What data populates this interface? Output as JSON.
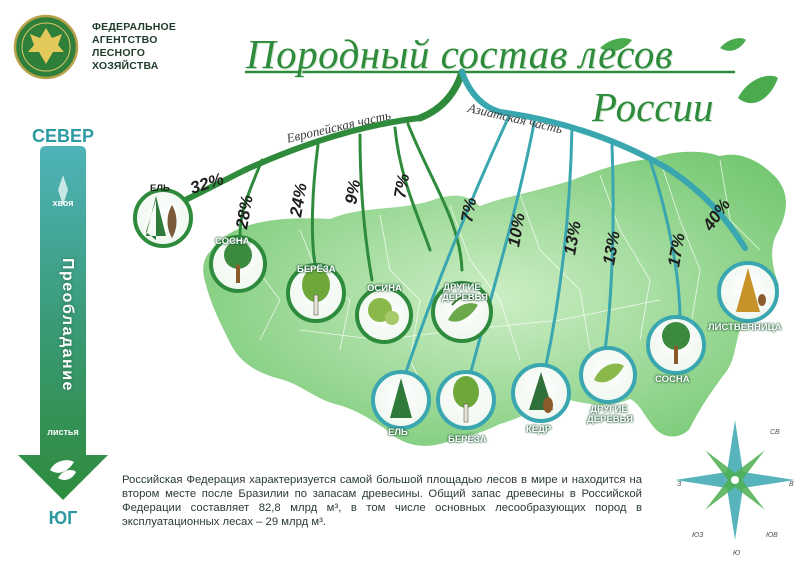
{
  "agency": {
    "lines": [
      "ФЕДЕРАЛЬНОЕ",
      "АГЕНТСТВО",
      "ЛЕСНОГО",
      "ХОЗЯЙСТВА"
    ]
  },
  "title": {
    "line1": "Породный состав лесов",
    "line2": "России"
  },
  "branches": {
    "europe": "Европейская часть",
    "asia": "Азиатская часть"
  },
  "scale": {
    "north": "СЕВЕР",
    "south": "ЮГ",
    "top_label": "хвоя",
    "bottom_label": "листья",
    "vertical": "Преобладание"
  },
  "europe_species": [
    {
      "name": "ЕЛЬ",
      "percent": "32%"
    },
    {
      "name": "СОСНА",
      "percent": "28%"
    },
    {
      "name": "БЕРЁЗА",
      "percent": "24%"
    },
    {
      "name": "ОСИНА",
      "percent": "9%"
    },
    {
      "name": "ДРУГИЕ ДЕРЕВЬЯ",
      "percent": "7%"
    }
  ],
  "asia_species": [
    {
      "name": "ДРУГИЕ ДЕРЕВЬЯ",
      "percent": "7%"
    },
    {
      "name": "ЕЛЬ",
      "percent": "10%"
    },
    {
      "name": "БЕРЁЗА",
      "percent": "13%"
    },
    {
      "name": "КЕДР",
      "percent": "13%"
    },
    {
      "name": "СОСНА",
      "percent": "17%"
    },
    {
      "name": "ЛИСТВЕННИЦА",
      "percent": "40%"
    }
  ],
  "description": {
    "text": "Российская Федерация характеризуется самой большой площадью лесов в мире и находится на втором месте после Бразилии по запасам древесины. Общий запас древесины в Российской Федерации составляет 82,8 млрд м³, в том числе основных лесообразующих пород в эксплуатационных лесах – 29 млрд м³."
  },
  "compass": {
    "labels": [
      "СВ",
      "В",
      "ЮВ",
      "Ю",
      "ЮЗ",
      "З"
    ]
  },
  "colors": {
    "green": "#2f8b3c",
    "teal": "#3aa7b0",
    "map": "#8fd08a"
  }
}
